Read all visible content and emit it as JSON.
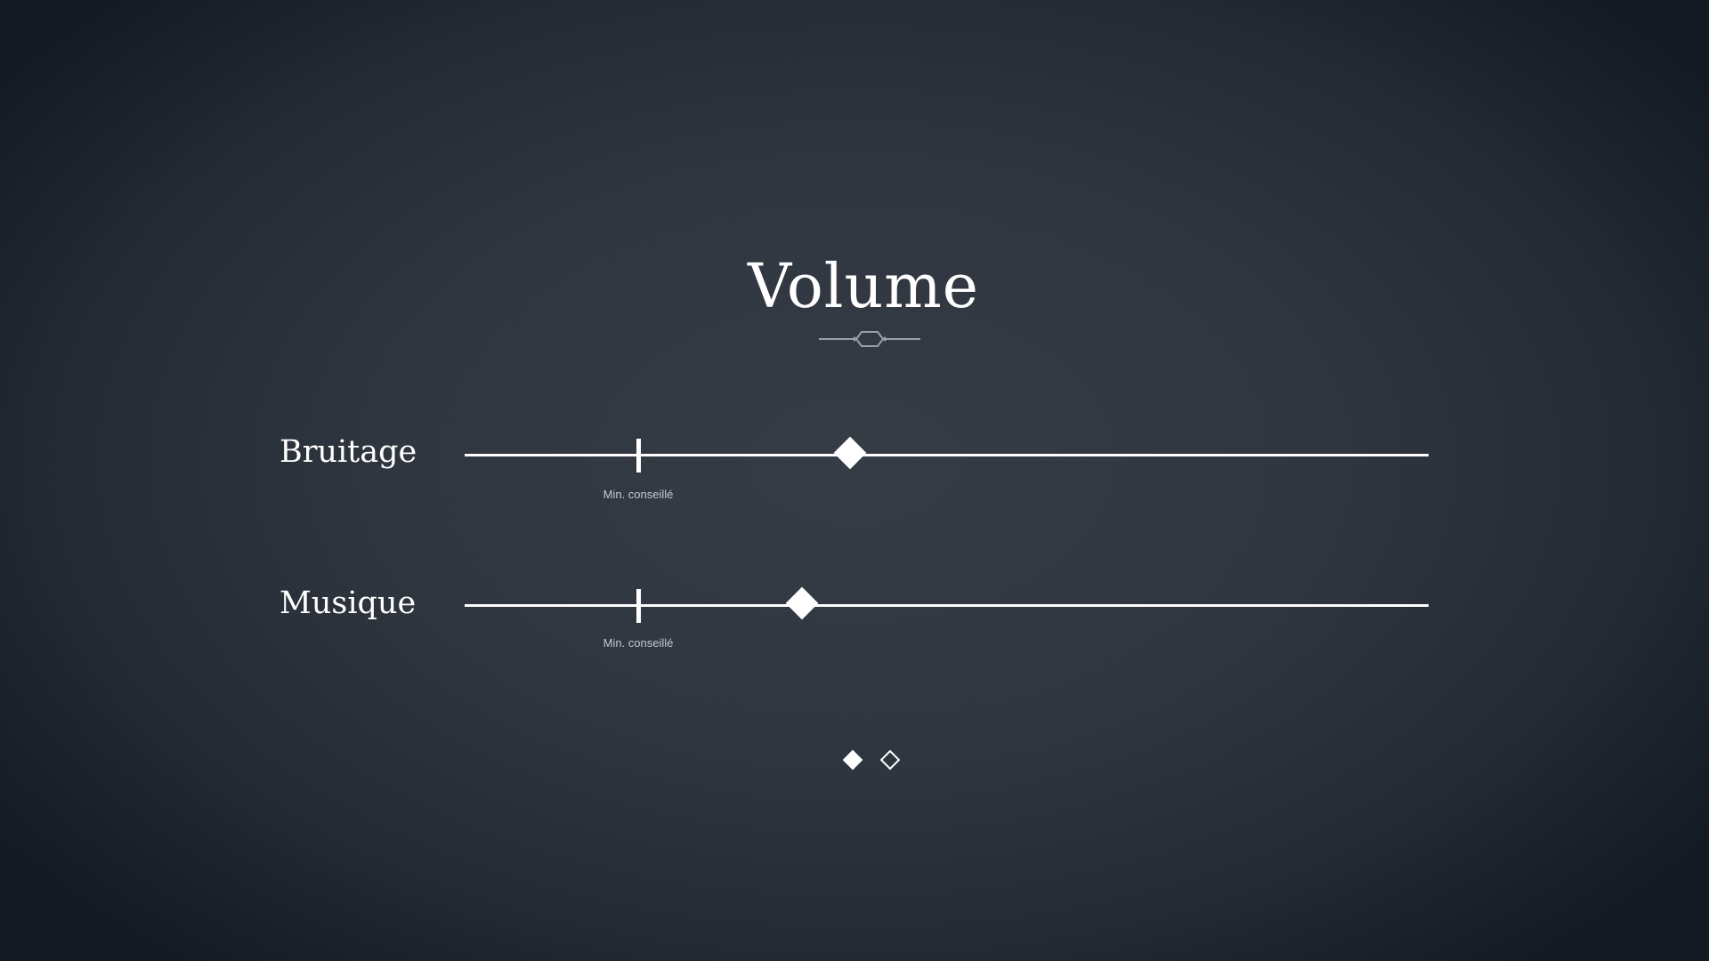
{
  "screen": {
    "title": "Volume"
  },
  "sliders": [
    {
      "label": "Bruitage",
      "min_label": "Min. conseillé",
      "recommended_min": 0.18,
      "value": 0.4
    },
    {
      "label": "Musique",
      "min_label": "Min. conseillé",
      "recommended_min": 0.18,
      "value": 0.35
    }
  ],
  "pager": {
    "pages": 2,
    "current": 1,
    "icons": [
      "diamond-filled-icon",
      "diamond-outline-icon"
    ]
  },
  "colors": {
    "text": "#ffffff",
    "track": "#ffffff",
    "secondary_text": "#c4c9d0",
    "ornament": "#9aa0a8"
  }
}
